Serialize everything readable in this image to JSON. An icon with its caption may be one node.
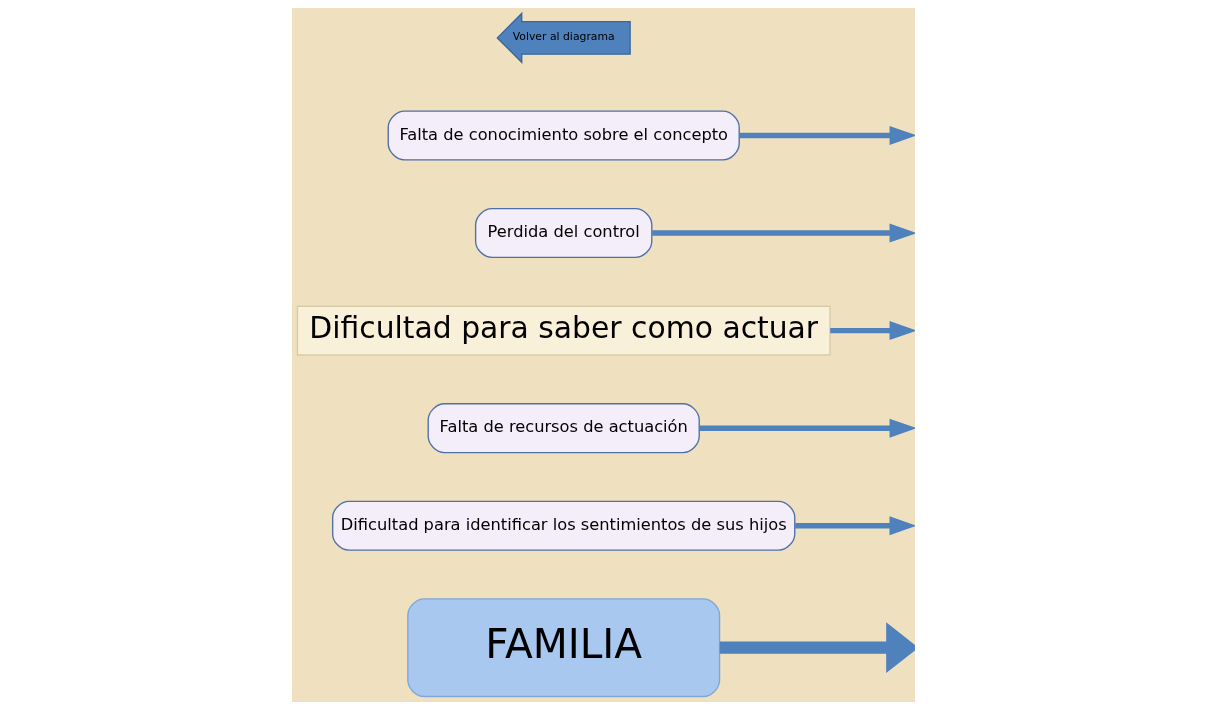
{
  "diagram": {
    "nodes": [
      {
        "text": [
          "FAMILIA"
        ]
      },
      {
        "text": [
          "Dificultad para identificar los sentimientos de sus hijos"
        ]
      },
      {
        "text": [
          "Falta de recursos de actuación"
        ]
      },
      {
        "text": [
          "Dificultad para saber como actuar"
        ]
      },
      {
        "text": [
          "Perdida del control"
        ]
      },
      {
        "text": [
          "Falta de conocimiento sobre el concepto"
        ]
      },
      {
        "text": [
          "Volver al diagrama"
        ]
      }
    ],
    "edges": [
      {
        "from": 0,
        "to": null,
        "arrow": "to",
        "style": "thick"
      },
      {
        "from": 3,
        "to": null,
        "arrow": "to"
      },
      {
        "from": 1,
        "to": null,
        "arrow": "to"
      },
      {
        "from": 2,
        "to": null,
        "arrow": "to"
      },
      {
        "from": 4,
        "to": null,
        "arrow": "to"
      },
      {
        "from": 5,
        "to": null,
        "arrow": "to"
      }
    ]
  }
}
